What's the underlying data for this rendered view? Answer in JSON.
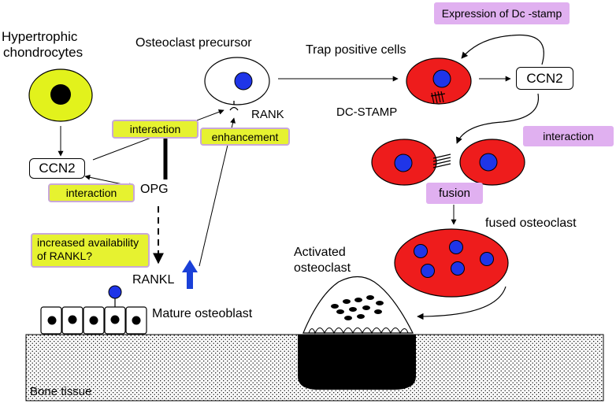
{
  "labels": {
    "hypertrophic": [
      "Hypertrophic",
      "chondrocytes"
    ],
    "osteoclast_precursor": "Osteoclast precursor",
    "trap_positive": "Trap positive cells",
    "rank": "RANK",
    "dc_stamp": "DC-STAMP",
    "opg": "OPG",
    "rankl": "RANKL",
    "mature_osteoblast": "Mature osteoblast",
    "activated_osteoclast": [
      "Activated",
      "osteoclast"
    ],
    "fused_osteoclast": "fused osteoclast",
    "bone_tissue": "Bone tissue"
  },
  "boxes": {
    "ccn2_left": "CCN2",
    "ccn2_right": "CCN2",
    "interaction_1": "interaction",
    "interaction_2": "interaction",
    "enhancement": "enhancement",
    "increased_availability": [
      "increased availability",
      "of RANKL?"
    ],
    "expression_dc_stamp": "Expression of Dc -stamp",
    "interaction_right": "interaction",
    "fusion": "fusion"
  },
  "colors": {
    "chondrocyte_fill": "#e2f21c",
    "osteoclast_red": "#ee1c1c",
    "nucleus_blue": "#1f35e8",
    "label_green": "#e6f230",
    "label_purple": "#e0b0f0",
    "upregulation_arrow": "#1a40d8"
  }
}
